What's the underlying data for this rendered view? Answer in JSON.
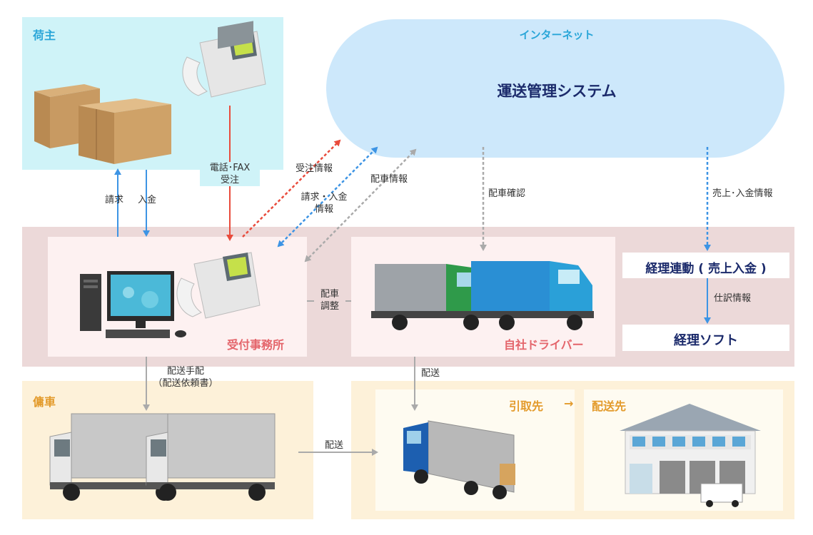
{
  "sections": {
    "shipper": "荷主",
    "internet": "インターネット",
    "tms": "運送管理システム",
    "office": "受付事務所",
    "own_driver": "自社ドライバー",
    "charter": "傭車",
    "pickup": "引取先",
    "arrow_to": "→",
    "delivery": "配送先",
    "accounting_link": "経理連動 ( 売上入金 )",
    "accounting_soft": "経理ソフト"
  },
  "labels": {
    "phone_fax_line1": "電話･FAX",
    "phone_fax_line2": "受注",
    "billing": "請求",
    "payment": "入金",
    "order_info": "受注情報",
    "billing_payment_info_line1": "請求・入金",
    "billing_payment_info_line2": "情報",
    "dispatch_info": "配車情報",
    "dispatch_confirm": "配車確認",
    "sales_payment_info": "売上･入金情報",
    "journal_info": "仕訳情報",
    "dispatch_adjust_line1": "配車",
    "dispatch_adjust_line2": "調整",
    "delivery_arrange_line1": "配送手配",
    "delivery_arrange_line2": "（配送依頼書）",
    "delivery_1": "配送",
    "delivery_2": "配送"
  },
  "colors": {
    "shipper_bg": "#cff3f8",
    "cloud": "#cde8fb",
    "band": "#ecd9d9",
    "inner_box": "#fdf1f1",
    "charter_bg": "#fdf1d9",
    "inner_cream": "#fefbf1",
    "red_text": "#e4656b",
    "orange_text": "#e39b2c",
    "cyan_text": "#2aa6d8",
    "navy": "#1b2a6b",
    "red_arrow": "#e94b3c",
    "blue_arrow": "#3d94e4",
    "gray_arrow": "#aaaaaa"
  }
}
